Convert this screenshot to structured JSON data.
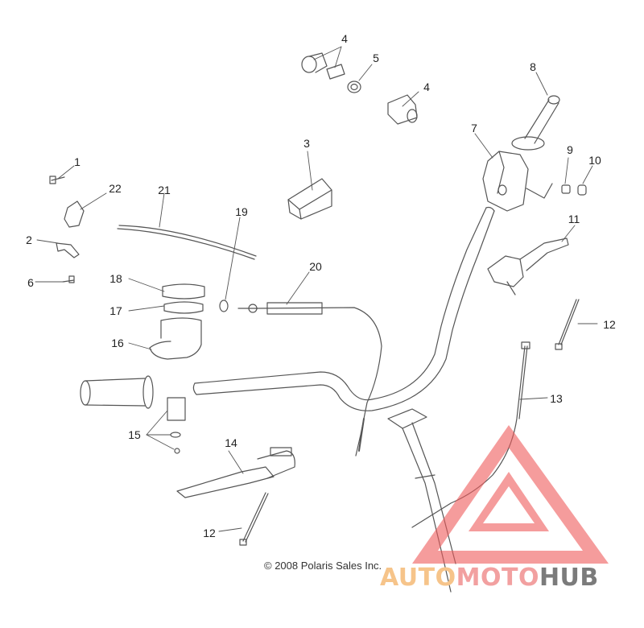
{
  "callouts": {
    "c1": "1",
    "c2": "2",
    "c3": "3",
    "c4a": "4",
    "c4b": "4",
    "c5": "5",
    "c6": "6",
    "c7": "7",
    "c8": "8",
    "c9": "9",
    "c10": "10",
    "c11": "11",
    "c12a": "12",
    "c12b": "12",
    "c13": "13",
    "c14": "14",
    "c15": "15",
    "c16": "16",
    "c17": "17",
    "c18": "18",
    "c19": "19",
    "c20": "20",
    "c21": "21",
    "c22": "22"
  },
  "copyright": "© 2008 Polaris Sales Inc.",
  "watermark": {
    "part1": "AUTO",
    "part2": "MOTO",
    "part3": "HUB"
  },
  "colors": {
    "line": "#555555",
    "watermark_red": "#ee5a5a"
  }
}
